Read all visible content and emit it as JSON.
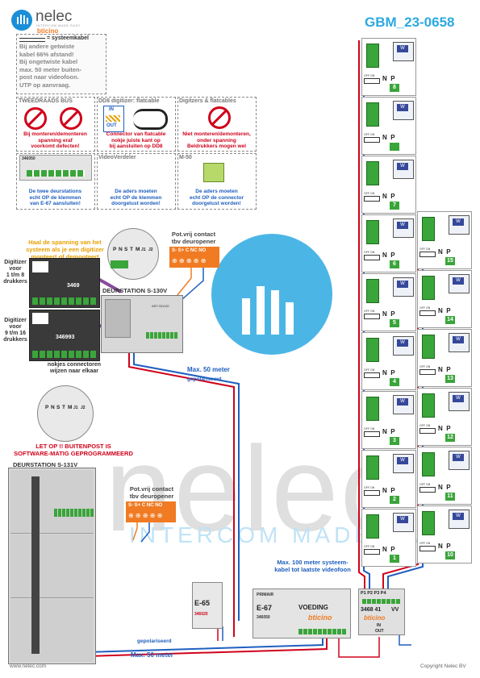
{
  "header": {
    "brand": "nelec",
    "brand_tagline": "INTERCOM MADE EASY",
    "brand_sub": "bticino",
    "doc_code": "GBM_23-0658"
  },
  "legend": {
    "title": "= systeemkabel",
    "lines": [
      "Bij andere getwiste",
      "kabel 66% afstand!",
      "Bij ongetwiste kabel",
      "max. 50 meter buiten-",
      "post naar videofoon.",
      "UTP op aanvraag."
    ]
  },
  "panels": {
    "tweedraads": {
      "title": "TWEEDRAADS BUS",
      "text": [
        "Bij monteren/demonteren",
        "spanning eraf",
        "voorkomt defecten!"
      ]
    },
    "dd8": {
      "title": "DD8 digitizer: flatcable",
      "in": "IN",
      "out": "OUT",
      "text": [
        "Connector van flatcable",
        "nokje juiste kant op",
        "bij aansluiten op DD8"
      ]
    },
    "digitizers": {
      "title": "Digitzers & flatcables",
      "text": [
        "Niet monteren/demonteren,",
        "onder spanning",
        "Beldrukkers mogen wel"
      ]
    },
    "e67": {
      "code": "346050",
      "text": [
        "De twee deurstations",
        "echt OP de klemmen",
        "van E-67 aansluiten!"
      ]
    },
    "videoverdeler": {
      "title": "VideoVerdeler",
      "text": [
        "De aders moeten",
        "echt OP de klemmen",
        "doorgelust worden!"
      ]
    },
    "m50": {
      "title": "M-50",
      "text": [
        "De aders moeten",
        "echt OP de connector",
        "doorgelust worden!"
      ]
    }
  },
  "upper": {
    "warning": [
      "Haal de spanning van het",
      "systeem als je een digitizer",
      "monteert of demonteert"
    ],
    "connector_labels": [
      "P",
      "N",
      "S",
      "T",
      "M",
      "J1",
      "J2"
    ],
    "digitizer1_label": [
      "Digitizer",
      "voor",
      "1 t/m 8",
      "drukkers"
    ],
    "digitizer1_code": "3469",
    "digitizer2_label": [
      "Digitizer",
      "voor",
      "9 t/m 16",
      "drukkers"
    ],
    "digitizer2_code": "346993",
    "station_title": "DEURSTATION S-130V",
    "station_art": "ART.331120",
    "nokjes": [
      "nokjes connectoren",
      "wijzen naar elkaar"
    ],
    "potvrij": [
      "Pot.vrij contact",
      "tbv deuropener"
    ],
    "relay_terms": [
      "S-",
      "S+",
      "C",
      "NC",
      "NO"
    ],
    "max50": "Max. 50 meter",
    "gepolariseerd": "gepolariseerd"
  },
  "lower": {
    "warning": [
      "LET OP !! BUITENPOST IS",
      "SOFTWARE-MATIG GEPROGRAMMEERD"
    ],
    "station_title": "DEURSTATION S-131V",
    "potvrij": [
      "Pot.vrij contact",
      "tbv deuropener"
    ],
    "relay_terms": [
      "S-",
      "S+",
      "C",
      "NC",
      "NO"
    ],
    "e65": {
      "name": "E-65",
      "code": "346020"
    },
    "gepolariseerd": "gepolariseerd",
    "max50": "Max. 50 meter"
  },
  "power": {
    "primair": "PRIMAIR",
    "e67": "E-67",
    "voeding": "VOEDING",
    "code": "346050",
    "brand": "bticino"
  },
  "distributor": {
    "ports": [
      "P1",
      "P2",
      "P3",
      "P4"
    ],
    "code": "3468 41",
    "vv": "VV",
    "brand": "bticino",
    "in": "IN",
    "out": "OUT"
  },
  "max100": [
    "Max. 100 meter systeem-",
    "kabel tot laatste videofoon"
  ],
  "watermark": {
    "big": "nelec",
    "tagline": "INTERCOM MADE EASY"
  },
  "monitors": {
    "left_column": [
      "8",
      "",
      "7",
      "6",
      "5",
      "4",
      "3",
      "2",
      "1"
    ],
    "right_column": [
      "15",
      "14",
      "13",
      "12",
      "11",
      "10"
    ],
    "off_on": "OFF ON",
    "screen": "W"
  },
  "footer": {
    "url": "www.nelec.com",
    "copyright": "Copyright Nelec BV"
  },
  "colors": {
    "red": "#d0021b",
    "blue": "#1f5fbf",
    "orange": "#f07b23",
    "green": "#3aa53a",
    "brand_blue": "#1a8fd8"
  }
}
